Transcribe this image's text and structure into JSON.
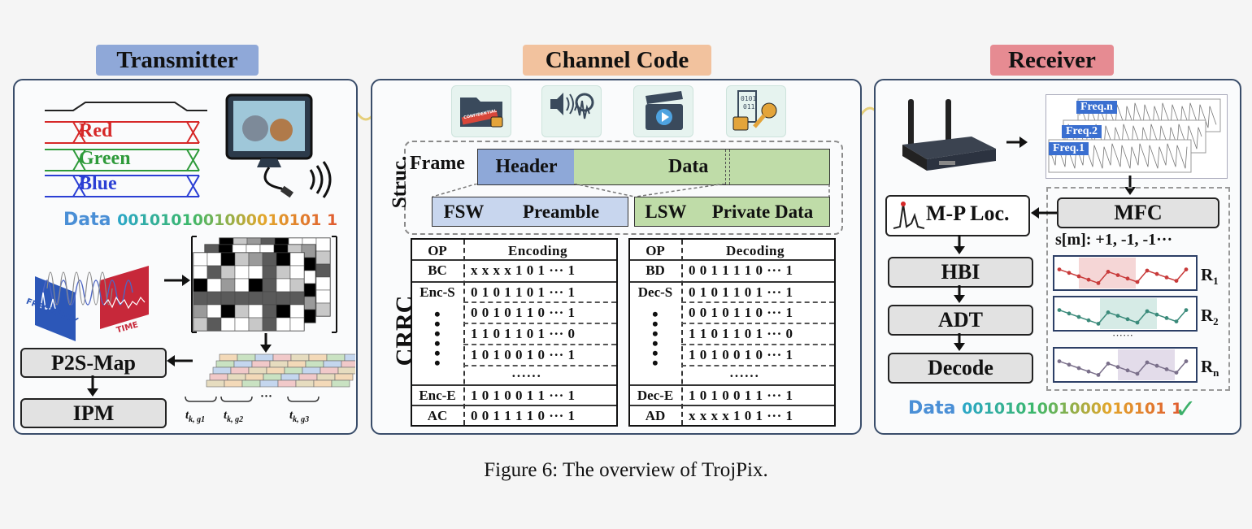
{
  "transmitter": {
    "title": "Transmitter",
    "colors": [
      "Red",
      "Green",
      "Blue"
    ],
    "data_label": "Data",
    "data_bits": "0010101001000010101 1",
    "spectrum_labels": [
      "FREQUENCY",
      "TIME"
    ],
    "p2s_label": "P2S-Map",
    "ipm_label": "IPM",
    "ellipsis": "···"
  },
  "channel": {
    "title": "Channel Code",
    "struc_label": "Struc.",
    "frame_label": "Frame",
    "header_label": "Header",
    "data_label": "Data",
    "fsw_label": "FSW",
    "preamble_label": "Preamble",
    "lsw_label": "LSW",
    "private_label": "Private Data",
    "crrc_label": "CRRC",
    "confidential_label": "CONFIDENTIAL",
    "enc_table": {
      "header_op": "OP",
      "header_title": "Encoding",
      "rows": [
        {
          "op": "BC",
          "bits": "x x x x 1 0 1 ··· 1"
        },
        {
          "op": "Enc-S",
          "bits": "0 1 0 1 1 0 1 ··· 1"
        },
        {
          "op": "",
          "bits": "0 0 1 0 1 1 0 ··· 1"
        },
        {
          "op": "",
          "bits": "1 1 0 1 1 0 1 ··· 0"
        },
        {
          "op": "",
          "bits": "1 0 1 0 0 1 0 ··· 1"
        },
        {
          "op": "",
          "bits": "······"
        },
        {
          "op": "Enc-E",
          "bits": "1 0 1 0 0 1 1 ··· 1"
        },
        {
          "op": "AC",
          "bits": "0 0 1 1 1 1 0 ··· 1"
        }
      ]
    },
    "dec_table": {
      "header_op": "OP",
      "header_title": "Decoding",
      "rows": [
        {
          "op": "BD",
          "bits": "0 0 1 1 1 1 0 ··· 1"
        },
        {
          "op": "Dec-S",
          "bits": "0 1 0 1 1 0 1 ··· 1"
        },
        {
          "op": "",
          "bits": "0 0 1 0 1 1 0 ··· 1"
        },
        {
          "op": "",
          "bits": "1 1 0 1 1 0 1 ··· 0"
        },
        {
          "op": "",
          "bits": "1 0 1 0 0 1 0 ··· 1"
        },
        {
          "op": "",
          "bits": "······"
        },
        {
          "op": "Dec-E",
          "bits": "1 0 1 0 0 1 1 ··· 1"
        },
        {
          "op": "AD",
          "bits": "x x x x 1 0 1 ··· 1"
        }
      ]
    }
  },
  "receiver": {
    "title": "Receiver",
    "freq_labels": [
      "Freq.n",
      "Freq.2",
      "Freq.1"
    ],
    "mfc_label": "MFC",
    "seq_label": "s[m]: +1, -1, -1···",
    "mp_label": "M-P Loc.",
    "hbi_label": "HBI",
    "adt_label": "ADT",
    "decode_label": "Decode",
    "r_labels": [
      "R",
      "R",
      "R"
    ],
    "r_subs": [
      "1",
      "2",
      "n"
    ],
    "r_ellipsis": "······",
    "data_label": "Data",
    "data_bits": "0010101001000010101 1",
    "check": "✓"
  },
  "caption": "Figure 6: The overview of TrojPix.",
  "colors": {
    "transmitter_title_bg": "#8fa8d8",
    "channel_title_bg": "#f2c29e",
    "receiver_title_bg": "#e68b92",
    "header_bg": "#8ea8d8",
    "data_bg": "#bfdca8",
    "preamble_bg": "#c8d6ee",
    "wave": "#e6cf7a"
  }
}
